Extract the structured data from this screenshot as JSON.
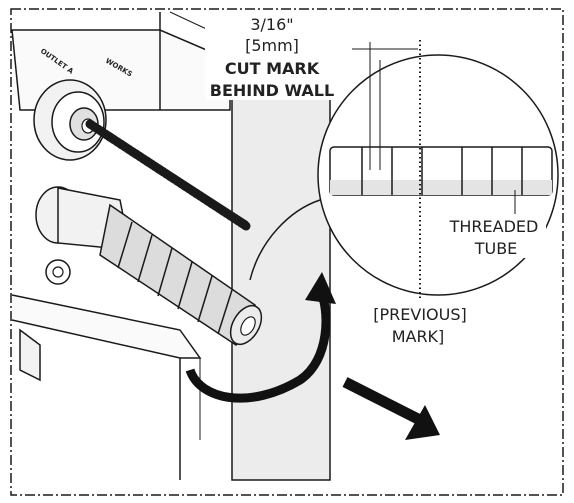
{
  "labels": {
    "size_fraction": "3/16\"",
    "size_metric": "[5mm]",
    "cut_mark_line1": "CUT MARK",
    "cut_mark_line2": "BEHIND WALL",
    "threaded_line1": "THREADED",
    "threaded_line2": "TUBE",
    "previous_line1": "[PREVIOUS]",
    "previous_line2": "MARK]",
    "outlet": "OUTLET A",
    "works": "WORKS"
  },
  "colors": {
    "line": "#1a1a1a",
    "wall_fill": "#ececec",
    "tube_fill": "#dcdcdc",
    "background": "#ffffff"
  },
  "icons": [
    "rotate-arrow-icon",
    "pull-arrow-icon"
  ]
}
